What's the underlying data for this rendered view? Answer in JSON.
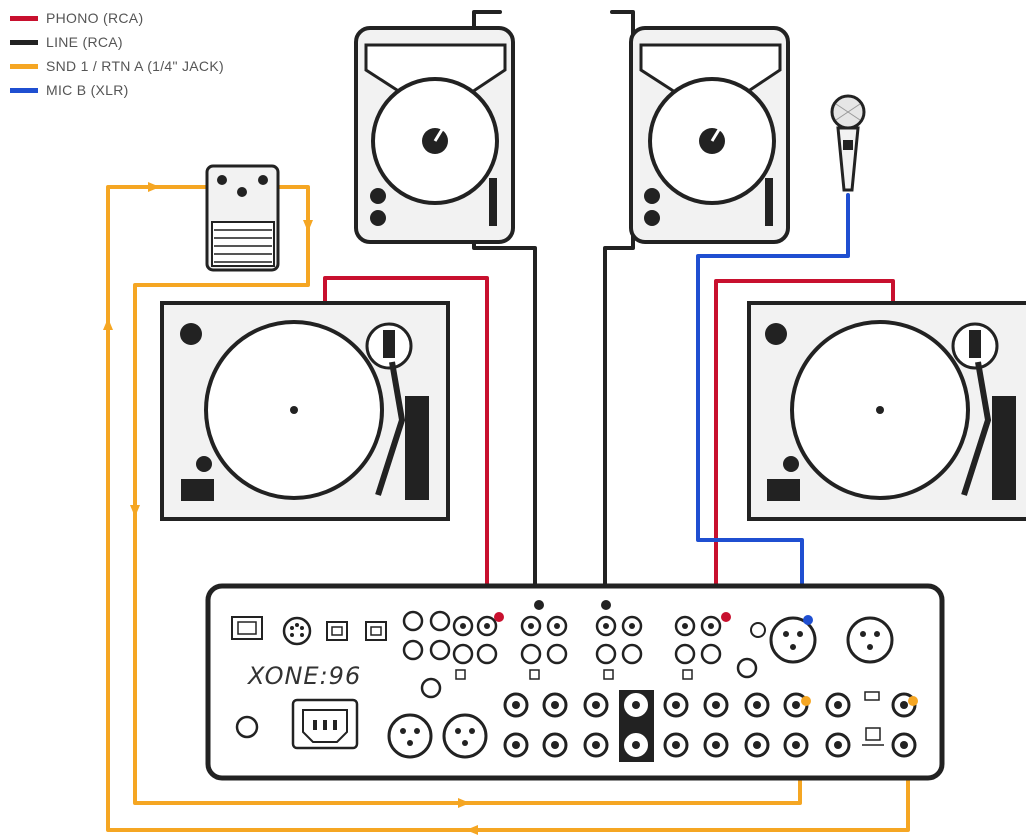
{
  "legend": [
    {
      "label": "PHONO (RCA)",
      "color": "#c8102e"
    },
    {
      "label": "LINE (RCA)",
      "color": "#222222"
    },
    {
      "label": "SND 1 / RTN A (1/4\" JACK)",
      "color": "#f5a623"
    },
    {
      "label": "MIC B (XLR)",
      "color": "#1f4fd1"
    }
  ],
  "mixer": {
    "logo": "XONE:96"
  },
  "colors": {
    "phono": "#c8102e",
    "line": "#222222",
    "jack": "#f5a623",
    "mic": "#1f4fd1",
    "device_outline": "#222222",
    "device_fill": "#f2f2f2"
  }
}
